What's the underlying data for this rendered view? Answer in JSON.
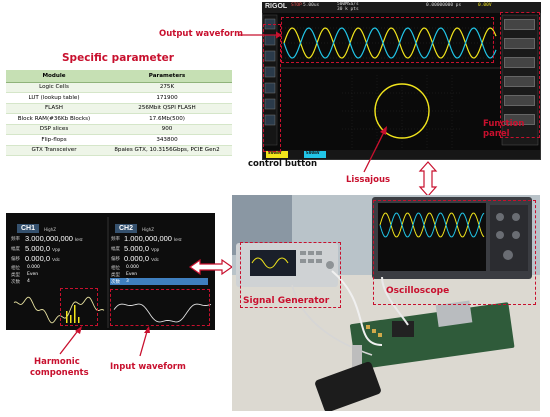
{
  "annotations": {
    "output_waveform": "Output waveform",
    "function_panel": "Function panel",
    "control_button": "control button",
    "lissajous": "Lissajous",
    "signal_generator": "Signal Generator",
    "oscilloscope": "Oscilloscope",
    "harmonic_components": [
      "Harmonic",
      "components"
    ],
    "input_waveform": "Input waveform"
  },
  "parameter_table": {
    "title": "Specific parameter",
    "headers": [
      "Module",
      "Parameters"
    ],
    "rows": [
      [
        "Logic Cells",
        "275K"
      ],
      [
        "LUT (lookup table)",
        "171900"
      ],
      [
        "FLASH",
        "256Mbit QSPI FLASH"
      ],
      [
        "Block RAM(#36Kb Blocks)",
        "17.6Mb(500)"
      ],
      [
        "DSP slices",
        "900"
      ],
      [
        "Flip-flops",
        "343800"
      ],
      [
        "GTX Transceiver",
        "8paies GTX, 10.3156Gbps, PCIE Gen2"
      ]
    ]
  },
  "scope_screen": {
    "brand": "RIGOL",
    "status": "STOP",
    "timebase": "5.00us",
    "sample_rate": "500MSa/s",
    "memory_depth": "30 k pts",
    "offset": "0.00000000 ps",
    "trigger_level": "0.00V",
    "ch1_scale": "500mV",
    "ch2_scale": "500mV",
    "function_buttons": [
      "",
      "",
      "",
      "",
      "",
      ""
    ],
    "colors": {
      "ch1": "#f2e51c",
      "ch2": "#21c6e8",
      "annotation": "#c8102e"
    }
  },
  "generator_screen": {
    "ch1": {
      "label": "CH1",
      "mode": "HighZ",
      "freq_label": "频率",
      "freq": "3.000,000,000",
      "freq_unit": "kHz",
      "amp_label": "幅度",
      "amp": "5.000,0",
      "amp_unit": "Vpp",
      "offset_label": "偏移",
      "offset": "0.000,0",
      "offset_unit": "Vdc",
      "phase_label": "相位",
      "phase": "0.000",
      "type_label": "类型",
      "type": "Even",
      "order_label": "次数",
      "order": "4"
    },
    "ch2": {
      "label": "CH2",
      "mode": "HighZ",
      "freq_label": "频率",
      "freq": "1.000,000,000",
      "freq_unit": "kHz",
      "amp_label": "幅度",
      "amp": "5.000,0",
      "amp_unit": "Vpp",
      "offset_label": "偏移",
      "offset": "0.000,0",
      "offset_unit": "Vdc",
      "phase_label": "相位",
      "phase": "0.000",
      "type_label": "类型",
      "type": "Even",
      "order_label": "次数",
      "order": "3"
    }
  }
}
